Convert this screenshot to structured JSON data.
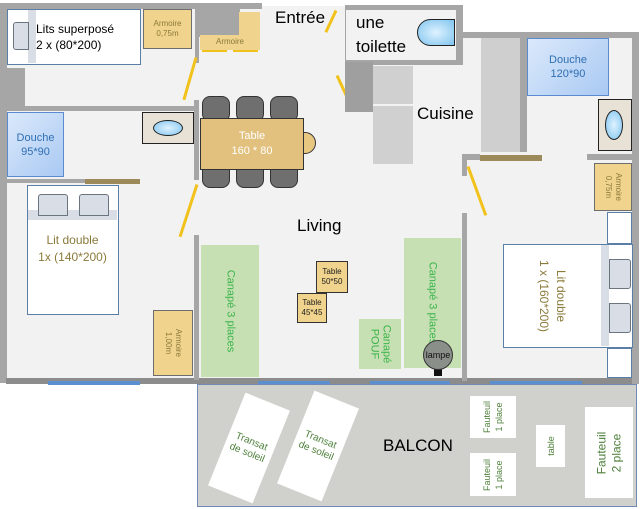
{
  "rooms": {
    "entree": "Entrée",
    "toilette": "une\ntoilette",
    "cuisine": "Cuisine",
    "living": "Living",
    "balcon": "BALCON"
  },
  "furniture": {
    "lits_superpose": "Lits superposé\n2 x (80*200)",
    "armoire_075_top": "Armoire\n0,75m",
    "armoire_entree": "Armoire",
    "douche_left": "Douche\n95*90",
    "douche_right": "Douche\n120*90",
    "table_dining": "Table\n160 * 80",
    "lit_double_left": "Lit double\n1x (140*200)",
    "lit_double_right": "Lit double\n1 x (160*200)",
    "armoire_100": "Armoire\n1,00m",
    "armoire_075_right": "Armoire\n0,75m",
    "canape_left": "Canapé 3 places",
    "canape_right": "Canapé 3 places",
    "canape_pouf": "Canapé\nPOUF",
    "table_50": "Table\n50*50",
    "table_45": "Table\n45*45",
    "lampe": "lampe",
    "transat_1": "Transat\nde soleil",
    "transat_2": "Transat\nde soleil",
    "fauteuil_1a": "Fauteuil\n1 place",
    "fauteuil_1b": "Fauteuil\n1 place",
    "table_balcon": "table",
    "fauteuil_2": "Fauteuil\n2 place"
  },
  "colors": {
    "wall": "#a6a6a6",
    "floor": "#f2f2f2",
    "wood": "#f0d38c",
    "sofa": "#c6e0b4",
    "door": "#f2c21c",
    "window": "#5b8fd0",
    "balcony": "#d0d0cc"
  }
}
